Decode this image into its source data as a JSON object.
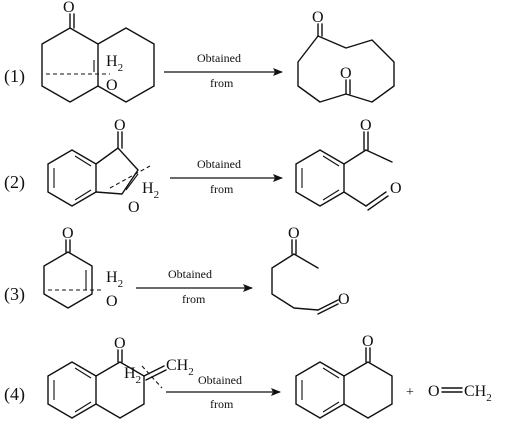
{
  "reactions": [
    {
      "number": "(1)",
      "reagent_h": "H",
      "reagent_sub": "2",
      "reagent_o": "O",
      "arrow_top": "Obtained",
      "arrow_bottom": "from",
      "product_o1": "O",
      "product_o2": "O"
    },
    {
      "number": "(2)",
      "reactant_o": "O",
      "reagent_h": "H",
      "reagent_sub": "2",
      "reagent_o": "O",
      "arrow_top": "Obtained",
      "arrow_bottom": "from",
      "product_o1": "O",
      "product_o2": "O"
    },
    {
      "number": "(3)",
      "reactant_o": "O",
      "reagent_h": "H",
      "reagent_sub": "2",
      "reagent_o": "O",
      "arrow_top": "Obtained",
      "arrow_bottom": "from",
      "product_o1": "O",
      "product_o2": "O"
    },
    {
      "number": "(4)",
      "reactant_o": "O",
      "reagent_h": "H",
      "reagent_sub": "2",
      "reagent_ch": "CH",
      "reagent_ch_sub": "2",
      "arrow_top": "Obtained",
      "arrow_bottom": "from",
      "product_o": "O",
      "plus": "+",
      "byproduct": "O",
      "byproduct_ch": "CH",
      "byproduct_sub": "2"
    }
  ]
}
